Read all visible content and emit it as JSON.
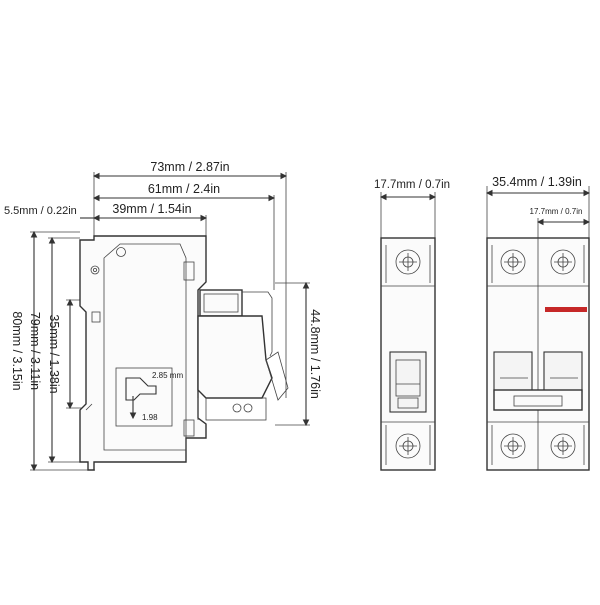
{
  "side_view": {
    "dims": {
      "total_width": "73mm / 2.87in",
      "mid_width": "61mm / 2.4in",
      "left_offset": "5.5mm / 0.22in",
      "body_width": "39mm / 1.54in",
      "total_height": "80mm / 3.15in",
      "body_height": "79mm / 3.11in",
      "rail_height": "35mm / 1.38in",
      "right_height": "44.8mm / 1.76in"
    },
    "label": {
      "value_top": "2.85 mm",
      "value_bottom": "1.98"
    }
  },
  "single_pole_view": {
    "dims": {
      "width": "17.7mm / 0.7in"
    }
  },
  "double_pole_view": {
    "dims": {
      "width": "35.4mm / 1.39in",
      "pole_width": "17.7mm / 0.7in"
    },
    "indicator_color": "#c62828"
  }
}
